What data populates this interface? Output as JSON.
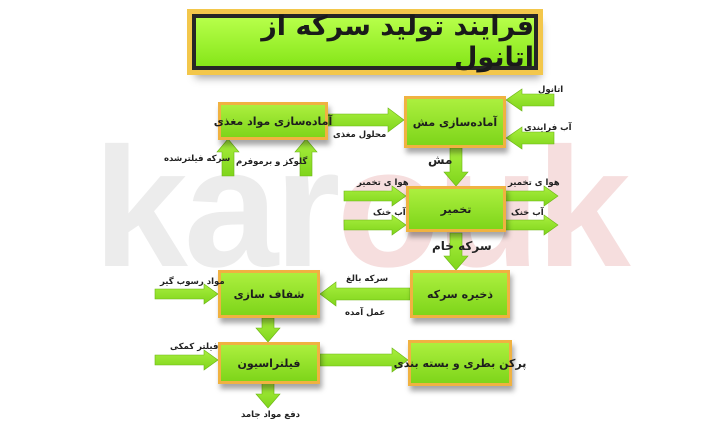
{
  "title": "فرایند تولید سرکه از اتانول",
  "watermark": {
    "part1": "kar",
    "part2": "ouk"
  },
  "nodes": {
    "nutrient_prep": "آماده‌سازی مواد مغذی",
    "mash_prep": "آماده‌سازی مش",
    "fermentation": "تخمیر",
    "vinegar_storage": "ذخیره سرکه",
    "clarification": "شفاف سازی",
    "filtration": "فیلتراسیون",
    "bottling": "پرکن بطری و بسته بندی"
  },
  "labels": {
    "ethanol": "اتانول",
    "process_water": "آب فرایندی",
    "nutrient_solution": "محلول مغذی",
    "filtered_vinegar": "سرکه فیلترشده",
    "glucose_bromoform": "گلوکز و برموفرم",
    "mash": "مش",
    "fermentation_air_in": "هوا ی تخمیر",
    "cooling_water_in": "آب خنک",
    "fermentation_air_out": "هوا ی تخمیر",
    "cooling_water_out": "آب خنک",
    "raw_vinegar": "سرکه خام",
    "mature_vinegar": "سرکه بالغ",
    "settling_agent": "مواد رسوب گیر",
    "processed": "عمل آمده",
    "filter_aid": "فیلتر کمکی",
    "solid_waste": "دفع مواد جامد"
  }
}
